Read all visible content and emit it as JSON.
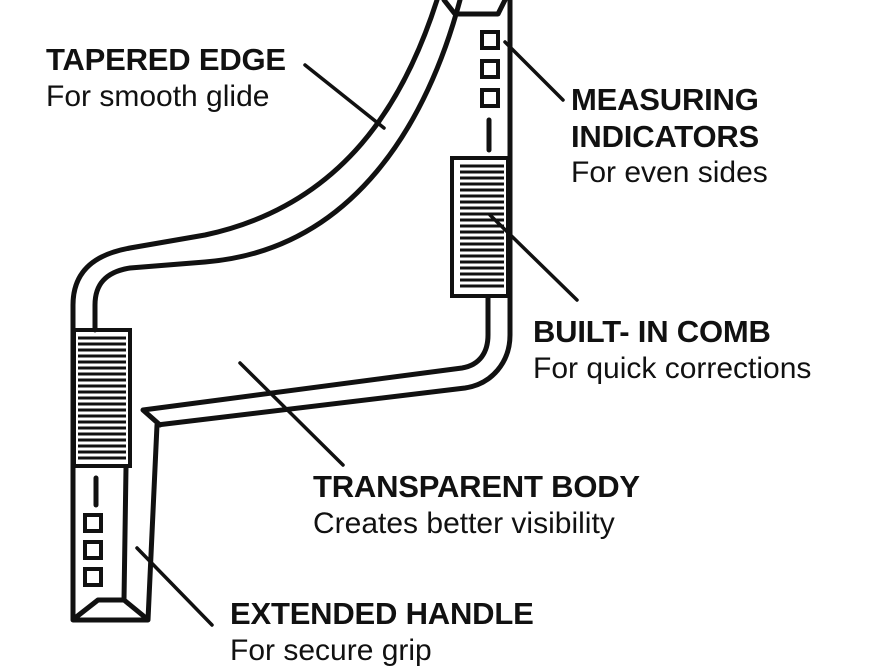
{
  "colors": {
    "ink": "#111111",
    "background": "#ffffff"
  },
  "labels": {
    "tapered_edge": {
      "title": "TAPERED EDGE",
      "desc": "For smooth glide"
    },
    "measuring_indicators": {
      "title_1": "MEASURING",
      "title_2": "INDICATORS",
      "desc": "For even sides"
    },
    "built_in_comb": {
      "title": "BUILT- IN COMB",
      "desc": "For quick corrections"
    },
    "transparent_body": {
      "title": "TRANSPARENT BODY",
      "desc": "Creates better visibility"
    },
    "extended_handle": {
      "title": "EXTENDED HANDLE",
      "desc": "For secure grip"
    }
  }
}
